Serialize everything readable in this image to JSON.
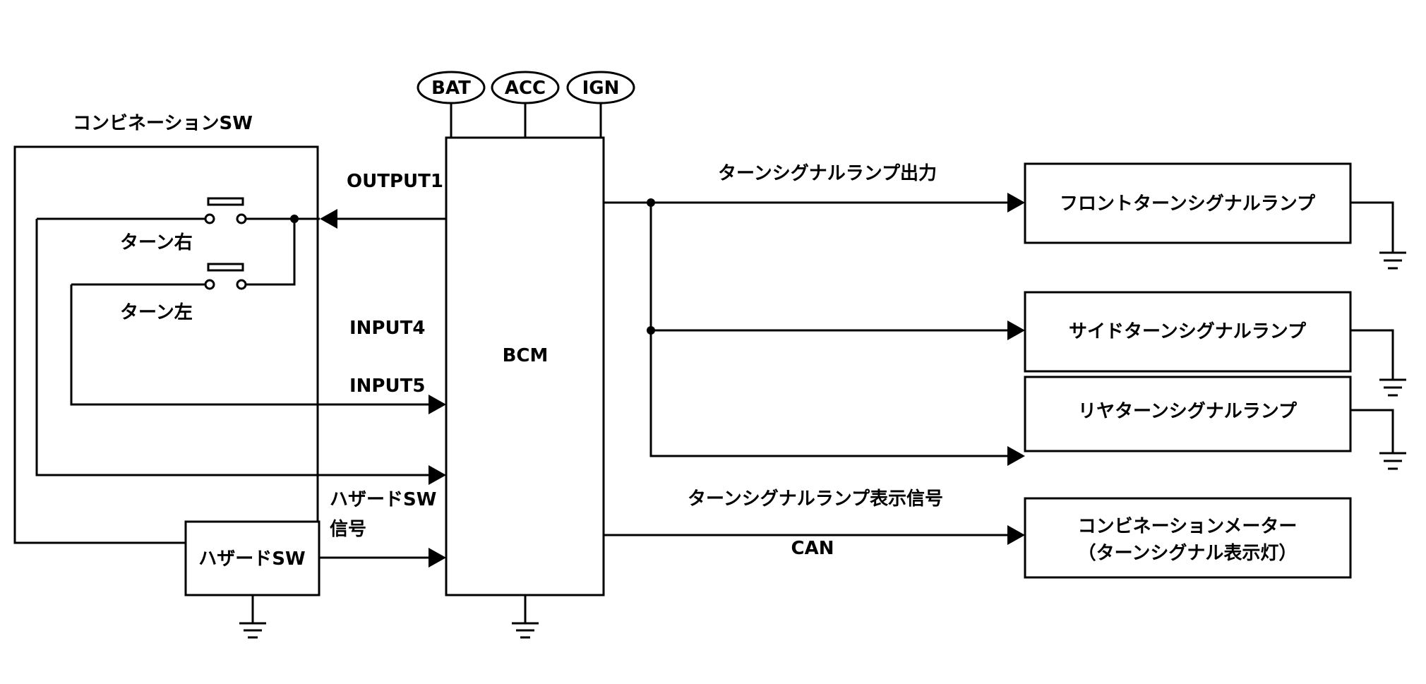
{
  "diagram": {
    "colors": {
      "line": "#000000",
      "background": "#ffffff"
    },
    "power_sources": [
      "BAT",
      "ACC",
      "IGN"
    ],
    "bcm": {
      "label": "BCM"
    },
    "combination_switch": {
      "title": "コンビネーションSW",
      "turn_right": "ターン右",
      "turn_left": "ターン左"
    },
    "signals": {
      "output1": "OUTPUT1",
      "input4": "INPUT4",
      "input5": "INPUT5",
      "hazard_signal_line1": "ハザードSW",
      "hazard_signal_line2": "信号",
      "turn_lamp_output": "ターンシグナルランプ出力",
      "turn_display_signal": "ターンシグナルランプ表示信号",
      "can": "CAN"
    },
    "hazard_switch": {
      "label": "ハザードSW"
    },
    "lamps": [
      {
        "label": "フロントターンシグナルランプ"
      },
      {
        "label": "サイドターンシグナルランプ"
      },
      {
        "label": "リヤターンシグナルランプ"
      }
    ],
    "meter": {
      "line1": "コンビネーションメーター",
      "line2": "（ターンシグナル表示灯）"
    }
  }
}
